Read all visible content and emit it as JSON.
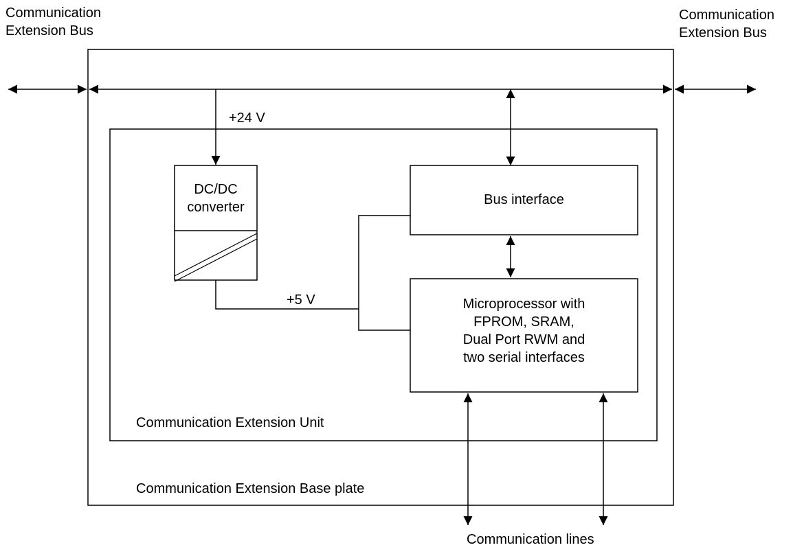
{
  "labels": {
    "bus_left": [
      "Communication",
      "Extension Bus"
    ],
    "bus_right": [
      "Communication",
      "Extension Bus"
    ],
    "voltage_24": "+24 V",
    "voltage_5": "+5 V",
    "dcdc": [
      "DC/DC",
      "converter"
    ],
    "bus_interface": "Bus interface",
    "micro": [
      "Microprocessor with",
      "FPROM, SRAM,",
      "Dual Port RWM and",
      "two serial interfaces"
    ],
    "unit": "Communication Extension Unit",
    "base_plate": "Communication Extension Base plate",
    "comm_lines": "Communication lines"
  }
}
